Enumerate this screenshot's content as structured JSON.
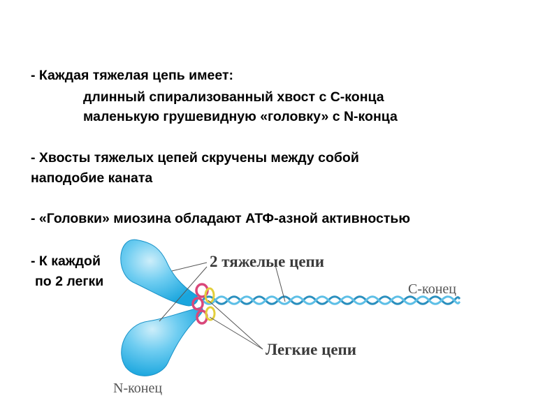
{
  "slide": {
    "lines": [
      "-  Каждая тяжелая цепь имеет:",
      "длинный спирализованный хвост с С-конца",
      "маленькую грушевидную «головку» с N-конца",
      "- Хвосты тяжелых цепей скручены между собой",
      "наподобие каната",
      "- «Головки» миозина обладают АТФ-азной активностью",
      "- К каждой",
      "по 2 легки"
    ]
  },
  "figure": {
    "label_heavy_chains": "2 тяжелые цепи",
    "label_c_end": "С-конец",
    "label_light_chains": "Легкие цепи",
    "label_n_end": "N-конец",
    "colors": {
      "head_fill": "#29b4e8",
      "head_highlight": "#cdeefa",
      "tail_blue": "#2a8fbe",
      "light_chain_pink": "#d9477a",
      "light_chain_yellow": "#e3cf3c"
    }
  }
}
